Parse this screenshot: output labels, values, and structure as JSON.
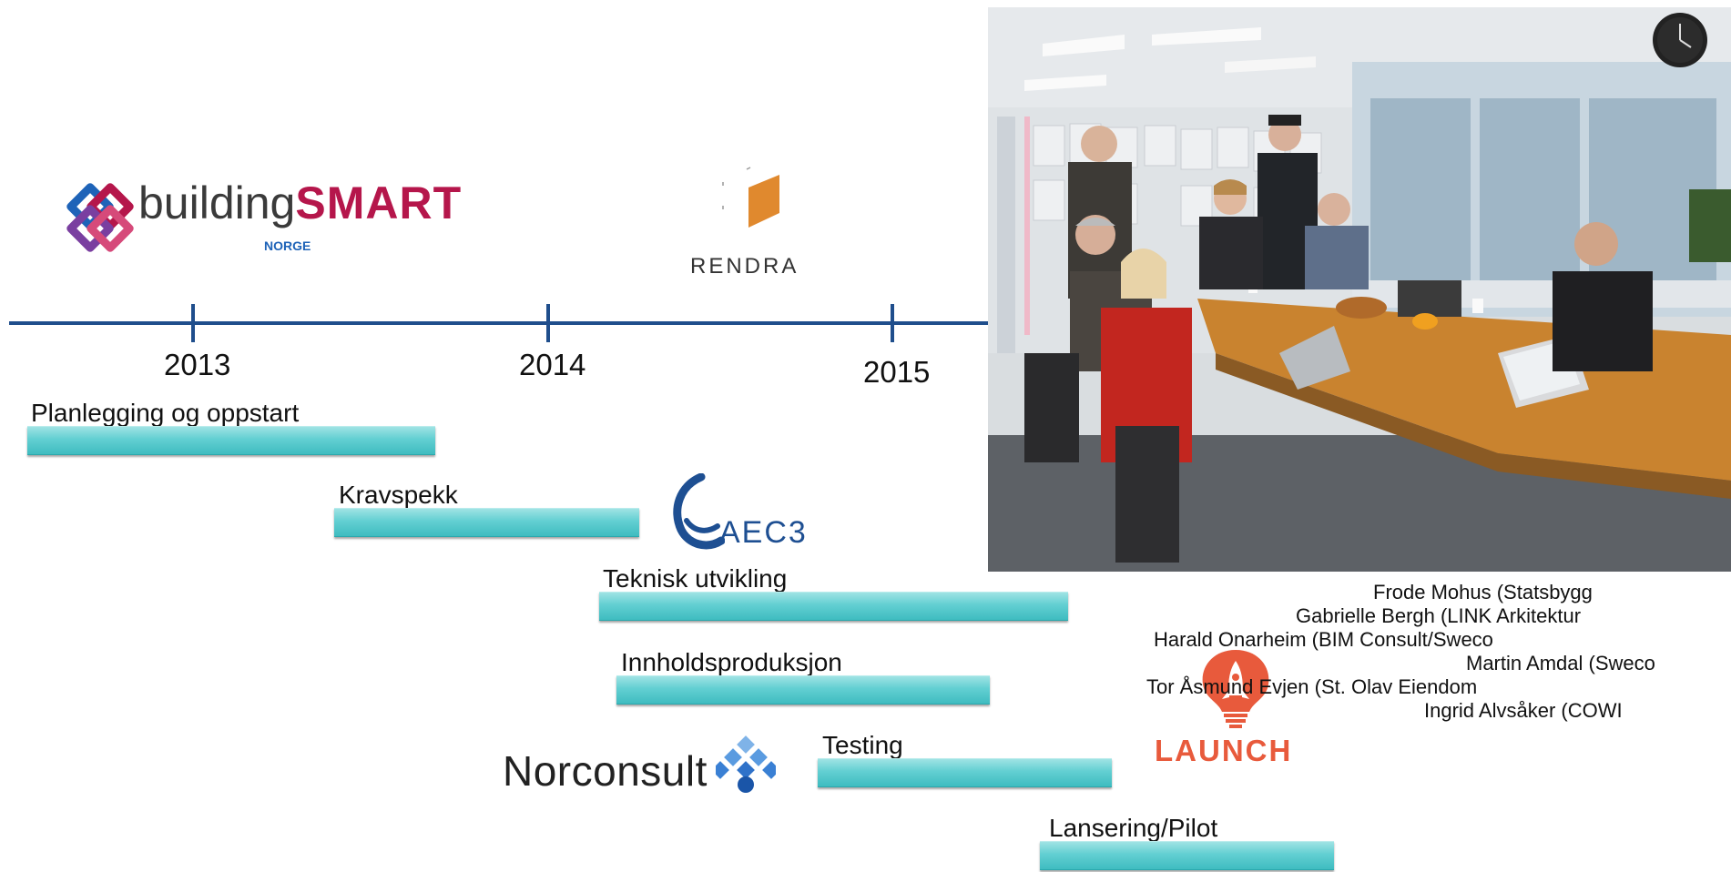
{
  "timeline": {
    "years": [
      "2013",
      "2014",
      "2015"
    ]
  },
  "phases": [
    {
      "label": "Planlegging og oppstart"
    },
    {
      "label": "Kravspekk"
    },
    {
      "label": "Teknisk utvikling"
    },
    {
      "label": "Innholdsproduksjon"
    },
    {
      "label": "Testing"
    },
    {
      "label": "Lansering/Pilot"
    }
  ],
  "logos": {
    "buildingsmart": {
      "word1": "building",
      "word2": "SMART",
      "sub": "NORGE"
    },
    "rendra": "RENDRA",
    "aec3": "AEC3",
    "norconsult": "Norconsult",
    "launch": "LAUNCH"
  },
  "photo": {
    "participants": [
      "Frode Mohus (Statsbygg",
      "Gabrielle Bergh (LINK Arkitektur",
      "Harald Onarheim (BIM Consult/Sweco",
      "Martin Amdal (Sweco",
      "Tor Åsmund Evjen (St. Olav Eiendom",
      "Ingrid Alvsåker (COWI"
    ]
  },
  "colors": {
    "axis": "#1f4e8c",
    "bar": "#4fc4c8",
    "buildingsmart_accent": "#b5164b",
    "launch": "#e85a3c",
    "aec3": "#1e4f92",
    "rendra": "#e0892e",
    "norconsult": "#2f72c9"
  }
}
